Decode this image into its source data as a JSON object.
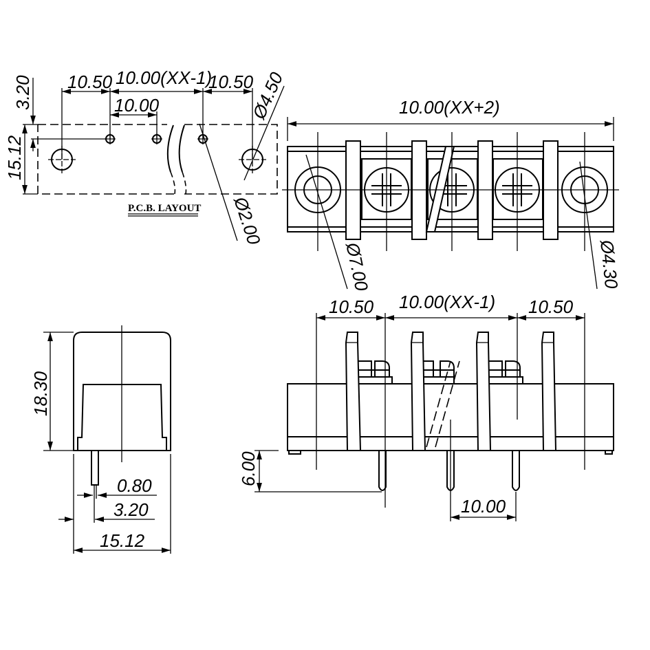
{
  "pcb_layout": {
    "title": "P.C.B. LAYOUT",
    "dim_left": "10.50",
    "dim_pitch_total": "10.00(XX-1)",
    "dim_right": "10.50",
    "dim_pitch": "10.00",
    "dim_offset": "3.20",
    "dim_width": "15.12",
    "dia_mount": "Ø4.50",
    "dia_pin": "Ø2.00"
  },
  "top_view": {
    "dim_total": "10.00(XX+2)",
    "dia_washer": "Ø7.00",
    "dia_hole": "Ø4.30"
  },
  "side_view": {
    "dim_height": "18.30",
    "dim_pin": "0.80",
    "dim_pin_offset": "3.20",
    "dim_width": "15.12"
  },
  "front_view": {
    "dim_left": "10.50",
    "dim_pitch_total": "10.00(XX-1)",
    "dim_right": "10.50",
    "dim_pin_length": "6.00",
    "dim_pitch": "10.00"
  },
  "colors": {
    "line": "#000000",
    "background": "#ffffff"
  }
}
